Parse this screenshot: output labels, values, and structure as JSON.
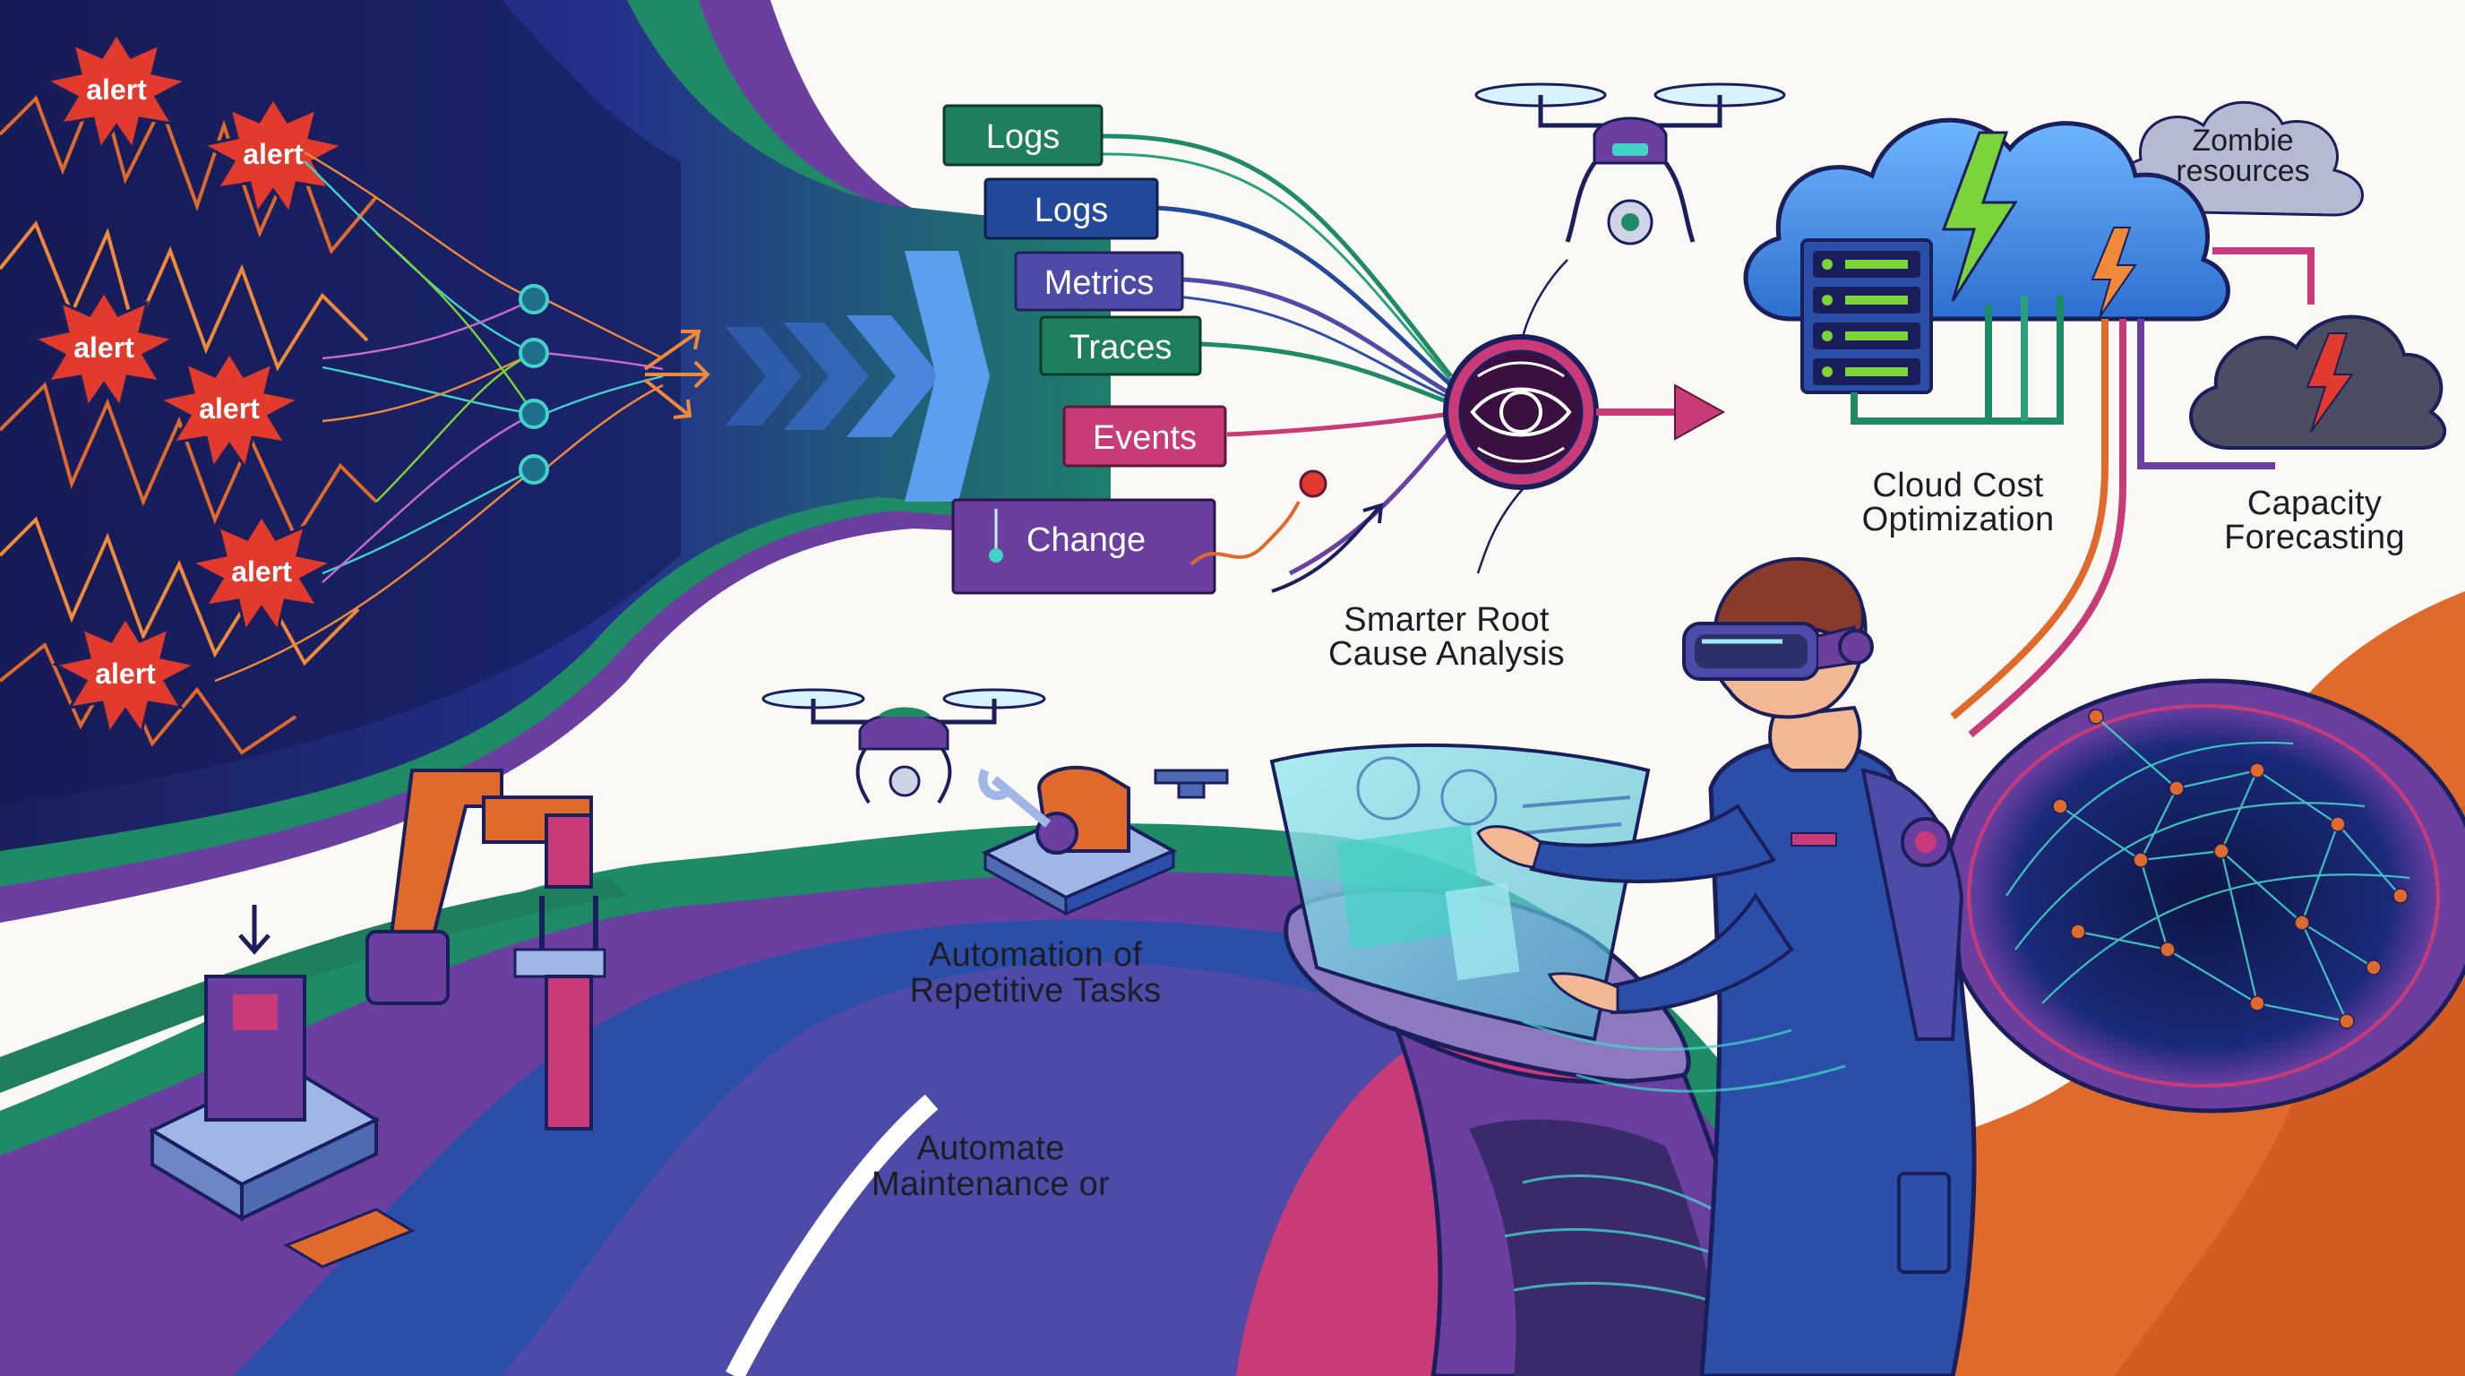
{
  "alerts": [
    {
      "text": "alert"
    },
    {
      "text": "alert"
    },
    {
      "text": "alert"
    },
    {
      "text": "alert"
    },
    {
      "text": "alert"
    },
    {
      "text": "alert"
    }
  ],
  "signals": [
    {
      "label": "Logs",
      "color": "#1f7f5c"
    },
    {
      "label": "Logs",
      "color": "#234a9a"
    },
    {
      "label": "Metrics",
      "color": "#4e4aa8"
    },
    {
      "label": "Traces",
      "color": "#1f7f5c"
    },
    {
      "label": "Events",
      "color": "#c93a78"
    },
    {
      "label": "Change",
      "color": "#6a3fa0"
    }
  ],
  "labels": {
    "root_cause_1": "Smarter Root",
    "root_cause_2": "Cause Analysis",
    "cloud_cost_1": "Cloud Cost",
    "cloud_cost_2": "Optimization",
    "capacity_1": "Capacity",
    "capacity_2": "Forecasting",
    "zombie_1": "Zombie",
    "zombie_2": "resources",
    "automation_1": "Automation of",
    "automation_2": "Repetitive Tasks",
    "maintenance_1": "Automate",
    "maintenance_2": "Maintenance or"
  },
  "colors": {
    "navy": "#1a1f5c",
    "blue": "#2b4fa8",
    "teal_green": "#1f8a66",
    "purple": "#6a3fa0",
    "magenta": "#c93a78",
    "orange": "#e06a2c",
    "alert_red": "#e23b2e",
    "cyan": "#43d2c8",
    "lime": "#7bd43a"
  }
}
